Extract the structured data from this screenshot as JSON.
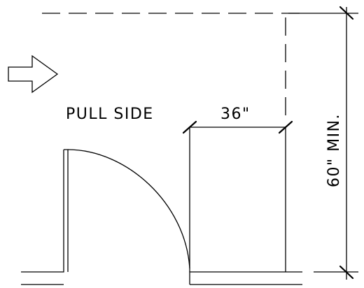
{
  "labels": {
    "pull_side": "PULL SIDE",
    "width_dim": "36\"",
    "depth_dim": "60\" MIN."
  },
  "icons": {
    "approach_arrow": "arrow-right-outline-icon"
  }
}
